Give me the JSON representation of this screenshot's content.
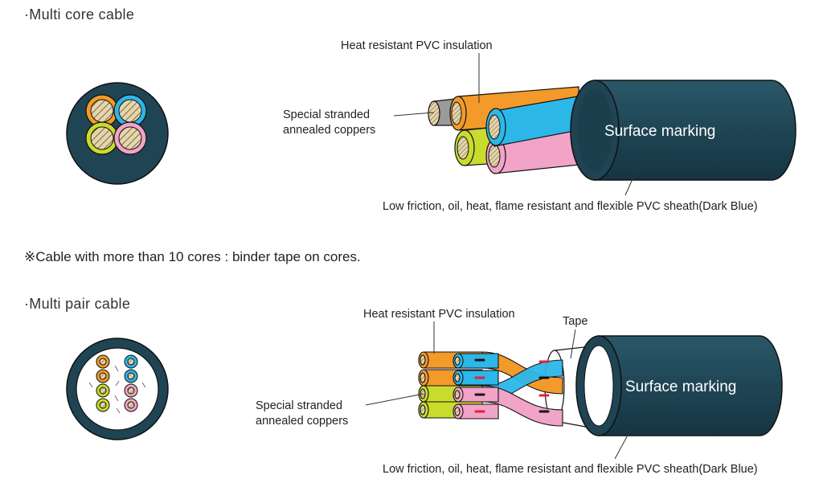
{
  "sections": {
    "multi_core": {
      "heading": "·Multi core cable",
      "labels": {
        "insulation": "Heat resistant PVC insulation",
        "conductor": "Special stranded\nannealed coppers",
        "sheath": "Low friction, oil, heat, flame resistant and flexible PVC sheath(Dark Blue)",
        "marking": "Surface marking"
      }
    },
    "note": "※Cable with more than 10 cores : binder tape on cores.",
    "multi_pair": {
      "heading": "·Multi pair cable",
      "labels": {
        "insulation": "Heat resistant PVC insulation",
        "tape": "Tape",
        "conductor": "Special stranded\nannealed coppers",
        "sheath": "Low friction, oil, heat, flame resistant and flexible PVC sheath(Dark Blue)",
        "marking": "Surface marking"
      }
    }
  },
  "colors": {
    "sheath": "#1f4554",
    "sheath_dark": "#163543",
    "orange": "#f39a2a",
    "blue": "#2cb7e8",
    "yellow_green": "#c9dc2e",
    "pink": "#f2a3c8",
    "copper": "#d8c7a0",
    "tape": "#ffffff",
    "stripe": "#e61e3c"
  }
}
